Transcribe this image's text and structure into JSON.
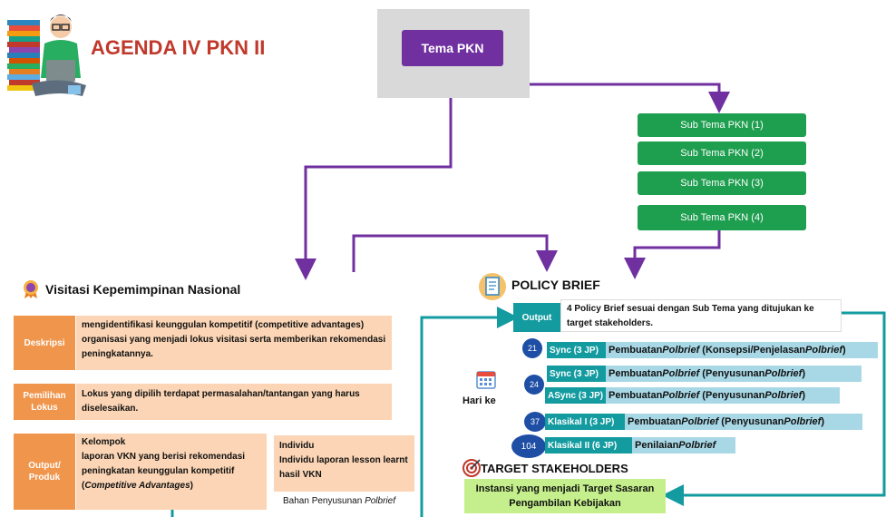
{
  "header": {
    "title": "AGENDA IV PKN II"
  },
  "tema": {
    "label": "Tema PKN"
  },
  "sub_tema": [
    "Sub Tema PKN (1)",
    "Sub Tema PKN (2)",
    "Sub Tema PKN (3)",
    "Sub Tema PKN (4)"
  ],
  "vkn": {
    "title": "Visitasi Kepemimpinan Nasional",
    "deskripsi_label": "Deskripsi",
    "deskripsi_text": "mengidentifikasi keunggulan kompetitif (competitive advantages) organisasi yang menjadi lokus visitasi serta memberikan rekomendasi peningkatannya.",
    "lokus_label_1": "Pemilihan",
    "lokus_label_2": "Lokus",
    "lokus_text": "Lokus yang dipilih terdapat permasalahan/tantangan yang harus diselesaikan.",
    "output_label_1": "Output/",
    "output_label_2": "Produk",
    "kelompok_title": "Kelompok",
    "kelompok_text": "laporan VKN yang berisi rekomendasi peningkatan keunggulan kompetitif",
    "kelompok_open": "(",
    "kelompok_italic": "Competitive Advantages",
    "kelompok_close": ")",
    "individu_title": "Individu",
    "individu_text": "Individu laporan lesson learnt hasil VKN",
    "bahan_prefix": "Bahan Penyusunan ",
    "bahan_italic": "Polbrief"
  },
  "policy": {
    "title": "POLICY BRIEF",
    "output_label": "Output",
    "output_text": "4 Policy Brief sesuai dengan Sub Tema yang ditujukan ke target stakeholders.",
    "hari_ke": "Hari ke",
    "pembuatan": "Pembuatan ",
    "polbrief": "Polbrief",
    "penilaian": "Penilaian ",
    "sessions": [
      {
        "day": "21",
        "tag": "Sync (3 JP)",
        "paren": "Konsepsi/Penjelasan "
      },
      {
        "day": "24",
        "tag": "Sync (3 JP)",
        "paren": "Penyusunan "
      },
      {
        "day": "",
        "tag": "ASync (3 JP)",
        "paren": "Penyusunan "
      },
      {
        "day": "37",
        "tag": "Klasikal I (3 JP)",
        "paren": "Penyusunan "
      },
      {
        "day": "104",
        "tag": "Klasikal II (6 JP)"
      }
    ]
  },
  "target": {
    "title": "TARGET STAKEHOLDERS",
    "text": "Instansi yang menjadi Target Sasaran Pengambilan Kebijakan"
  },
  "colors": {
    "purple": "#7030a0",
    "green": "#1e9e4f",
    "teal": "#139ba0",
    "orange": "#f0954c",
    "peach": "#fbd5b5",
    "lightblue": "#a8d8e6",
    "lime": "#c4ef8c",
    "title_red": "#c0392b"
  }
}
